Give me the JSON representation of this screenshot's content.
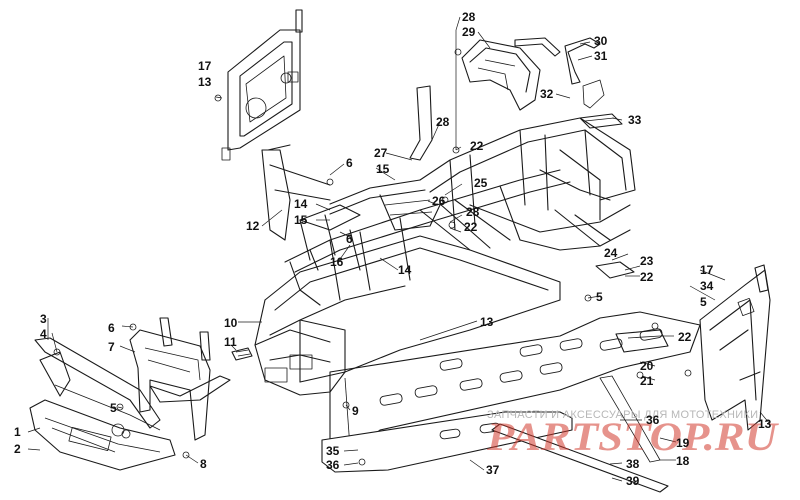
{
  "watermark": {
    "caption": "ЗАПЧАСТИ И АКСЕССУАРЫ ДЛЯ МОТОТЕХНИКИ",
    "logo": "PARTSTOP.RU",
    "logo_color": "#d23a2e"
  },
  "callouts": [
    {
      "id": "c1",
      "text": "1"
    },
    {
      "id": "c2",
      "text": "2"
    },
    {
      "id": "c3",
      "text": "3"
    },
    {
      "id": "c4",
      "text": "4"
    },
    {
      "id": "c5a",
      "text": "5"
    },
    {
      "id": "c5b",
      "text": "5"
    },
    {
      "id": "c5c",
      "text": "5"
    },
    {
      "id": "c6a",
      "text": "6"
    },
    {
      "id": "c6b",
      "text": "6"
    },
    {
      "id": "c6c",
      "text": "6"
    },
    {
      "id": "c7",
      "text": "7"
    },
    {
      "id": "c8",
      "text": "8"
    },
    {
      "id": "c9",
      "text": "9"
    },
    {
      "id": "c10",
      "text": "10"
    },
    {
      "id": "c11",
      "text": "11"
    },
    {
      "id": "c12",
      "text": "12"
    },
    {
      "id": "c13a",
      "text": "13"
    },
    {
      "id": "c13b",
      "text": "13"
    },
    {
      "id": "c13c",
      "text": "13"
    },
    {
      "id": "c14a",
      "text": "14"
    },
    {
      "id": "c14b",
      "text": "14"
    },
    {
      "id": "c15a",
      "text": "15"
    },
    {
      "id": "c15b",
      "text": "15"
    },
    {
      "id": "c16",
      "text": "16"
    },
    {
      "id": "c17a",
      "text": "17"
    },
    {
      "id": "c17b",
      "text": "17"
    },
    {
      "id": "c18",
      "text": "18"
    },
    {
      "id": "c19",
      "text": "19"
    },
    {
      "id": "c20",
      "text": "20"
    },
    {
      "id": "c21",
      "text": "21"
    },
    {
      "id": "c22a",
      "text": "22"
    },
    {
      "id": "c22b",
      "text": "22"
    },
    {
      "id": "c22c",
      "text": "22"
    },
    {
      "id": "c22d",
      "text": "22"
    },
    {
      "id": "c23",
      "text": "23"
    },
    {
      "id": "c24",
      "text": "24"
    },
    {
      "id": "c25",
      "text": "25"
    },
    {
      "id": "c26",
      "text": "26"
    },
    {
      "id": "c27",
      "text": "27"
    },
    {
      "id": "c28a",
      "text": "28"
    },
    {
      "id": "c28b",
      "text": "28"
    },
    {
      "id": "c28c",
      "text": "28"
    },
    {
      "id": "c29",
      "text": "29"
    },
    {
      "id": "c30",
      "text": "30"
    },
    {
      "id": "c31",
      "text": "31"
    },
    {
      "id": "c32",
      "text": "32"
    },
    {
      "id": "c33",
      "text": "33"
    },
    {
      "id": "c34",
      "text": "34"
    },
    {
      "id": "c35",
      "text": "35"
    },
    {
      "id": "c36a",
      "text": "36"
    },
    {
      "id": "c36b",
      "text": "36"
    },
    {
      "id": "c37",
      "text": "37"
    },
    {
      "id": "c38",
      "text": "38"
    },
    {
      "id": "c39",
      "text": "39"
    }
  ]
}
